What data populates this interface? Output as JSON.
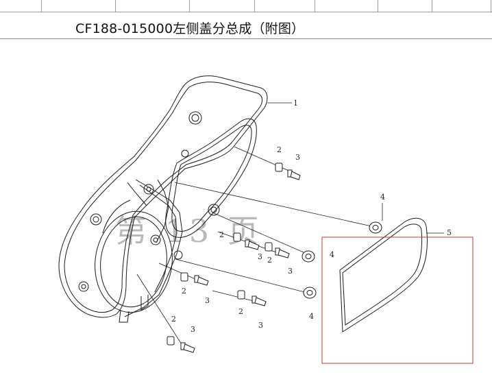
{
  "document": {
    "title": "CF188-015000左侧盖分总成（附图）",
    "watermark": "第 13 页",
    "callouts": {
      "c1": "1",
      "c2a": "2",
      "c3a": "3",
      "c4a": "4",
      "c5": "5",
      "c2b": "2",
      "c3b": "3",
      "c2c": "2",
      "c3c": "3",
      "c4b": "4",
      "c2d": "2",
      "c3d": "3",
      "c2e": "2",
      "c3e": "3",
      "c4c": "4",
      "c2f": "2",
      "c3f": "3"
    }
  },
  "colors": {
    "line": "#1a1a1a",
    "highlight_box": "#cc3333",
    "gridline": "#9a9a9a"
  }
}
